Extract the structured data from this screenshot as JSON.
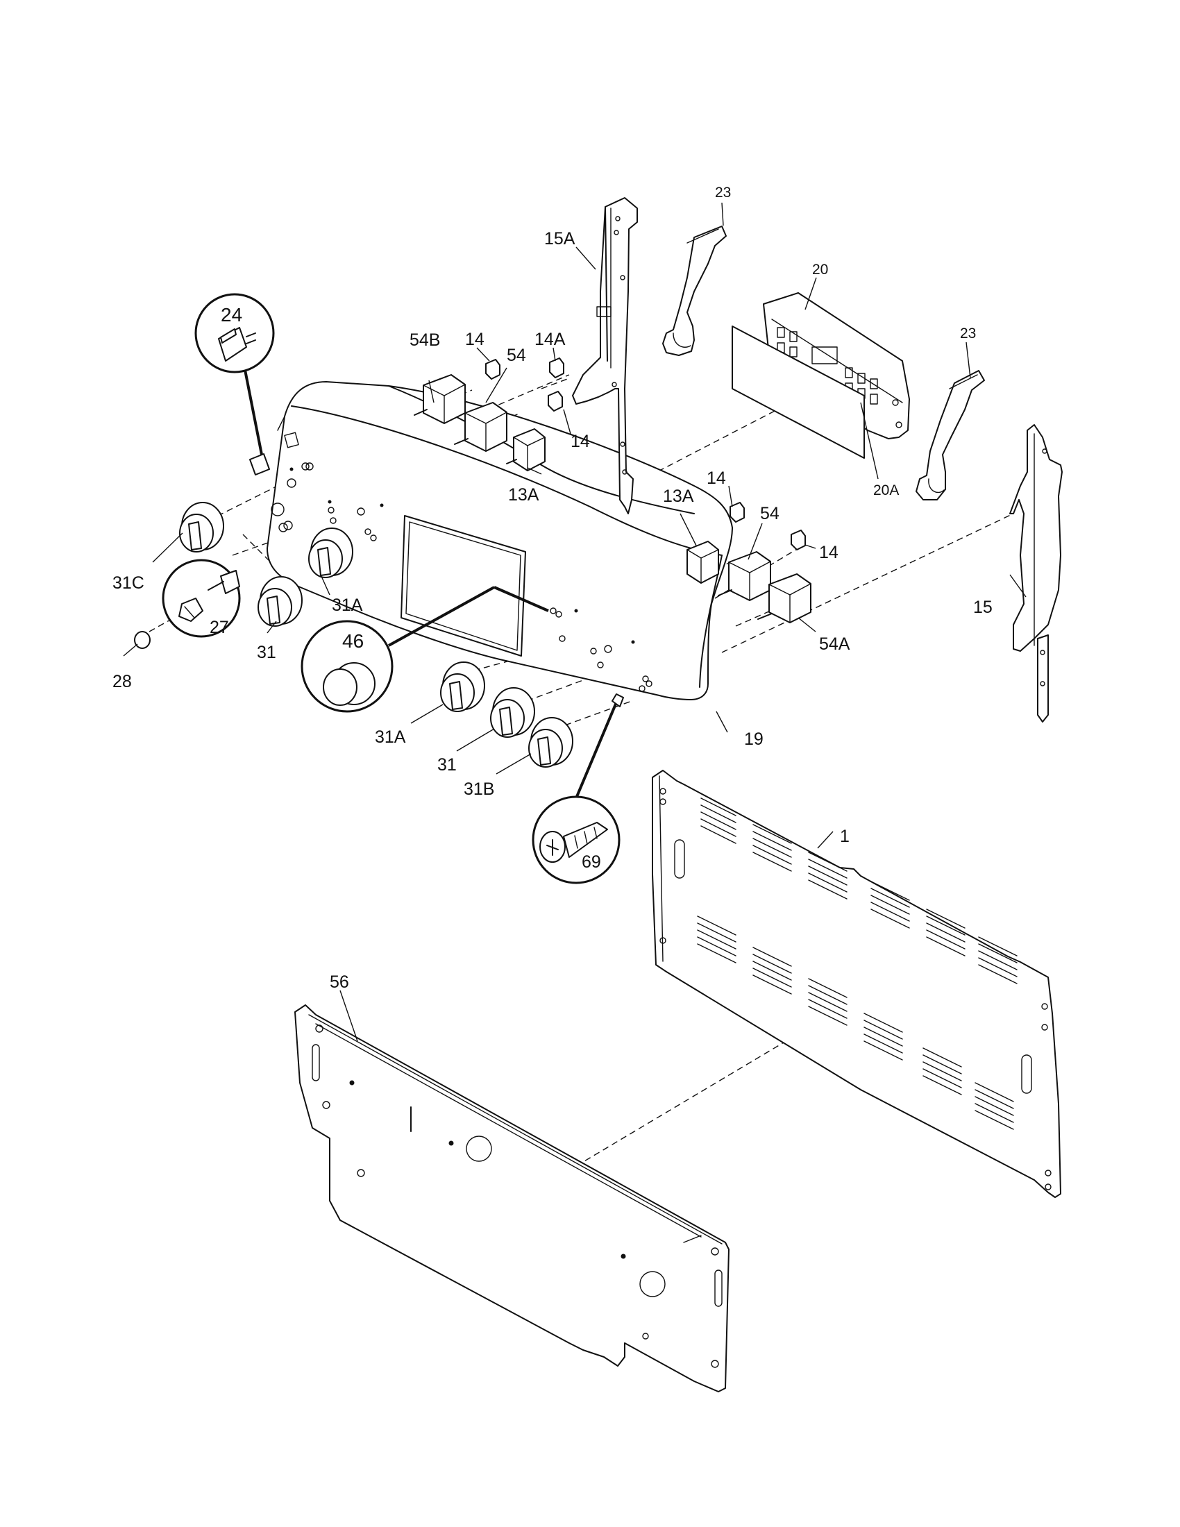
{
  "diagram": {
    "labels": {
      "p1": "1",
      "p13A_left": "13A",
      "p13A_right": "13A",
      "p14_top": "14",
      "p14_mid": "14",
      "p14_right_top": "14",
      "p14_right": "14",
      "p14A": "14A",
      "p15": "15",
      "p15A": "15A",
      "p19": "19",
      "p20": "20",
      "p20A": "20A",
      "p23_left": "23",
      "p23_right": "23",
      "p24": "24",
      "p27": "27",
      "p28": "28",
      "p31_left": "31",
      "p31_center": "31",
      "p31A_left": "31A",
      "p31A_center": "31A",
      "p31B": "31B",
      "p31C": "31C",
      "p46": "46",
      "p54_left": "54",
      "p54_right": "54",
      "p54A": "54A",
      "p54B": "54B",
      "p56": "56",
      "p69": "69"
    }
  }
}
